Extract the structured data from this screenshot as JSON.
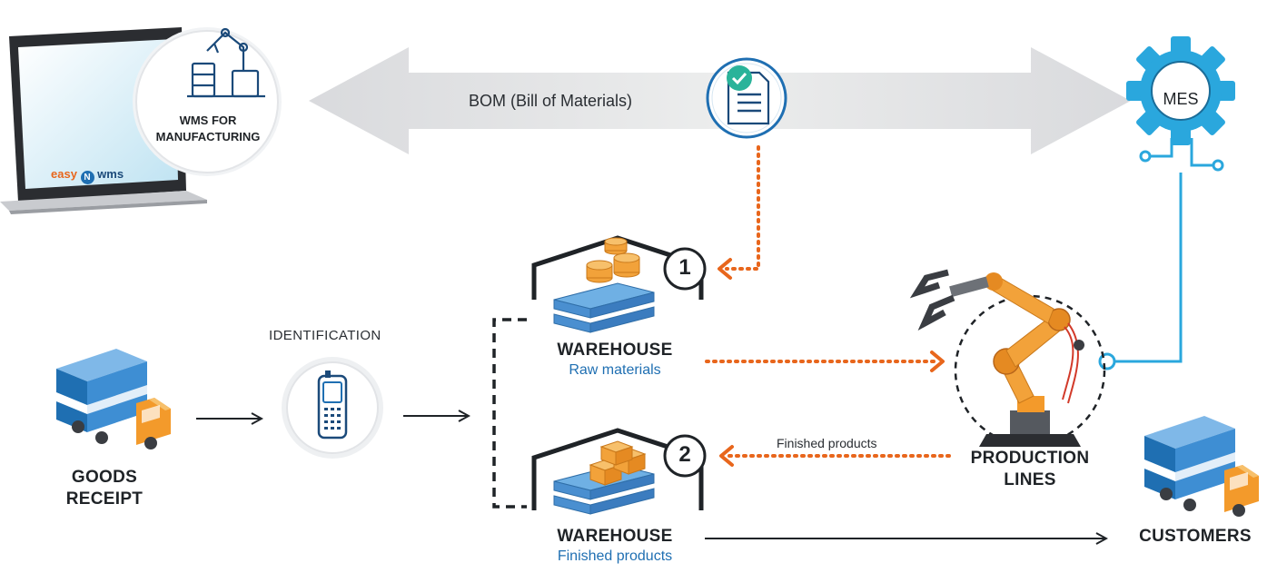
{
  "laptop": {
    "badge_line1": "WMS FOR",
    "badge_line2": "MANUFACTURING",
    "brand_left": "easy",
    "brand_right": "wms",
    "brand_mid": "N"
  },
  "bom": {
    "label": "BOM (Bill of Materials)"
  },
  "mes": {
    "label": "MES"
  },
  "identification": {
    "label": "IDENTIFICATION"
  },
  "goods_receipt": {
    "line1": "GOODS",
    "line2": "RECEIPT"
  },
  "warehouse_raw": {
    "number": "1",
    "title": "WAREHOUSE",
    "subtitle": "Raw materials"
  },
  "warehouse_finished": {
    "number": "2",
    "title": "WAREHOUSE",
    "subtitle": "Finished products"
  },
  "finished_flow": {
    "label": "Finished products"
  },
  "production": {
    "line1": "PRODUCTION",
    "line2": "LINES"
  },
  "customers": {
    "label": "CUSTOMERS"
  },
  "colors": {
    "orange": "#e8661c",
    "blue": "#1f6fb2",
    "cyan": "#2aa7dd",
    "navy": "#1b4a7a",
    "arrow_gray": "#dcdde0",
    "dark": "#1f2327"
  }
}
